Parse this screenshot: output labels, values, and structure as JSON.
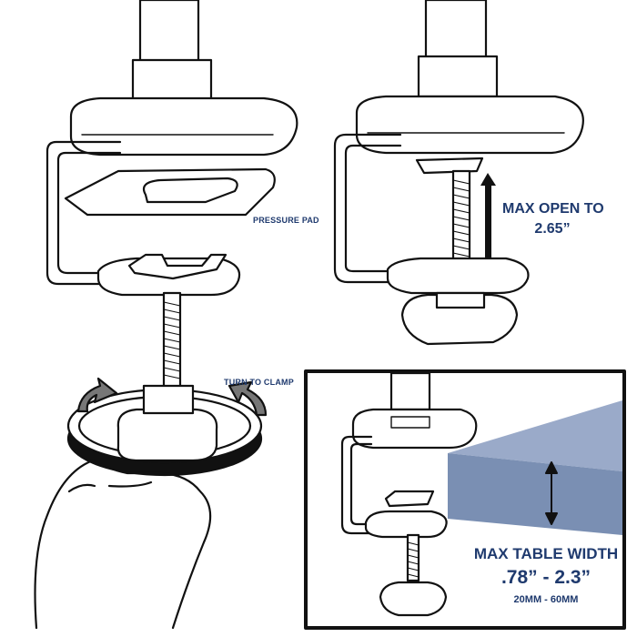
{
  "labels": {
    "pressure_pad": "PRESSURE PAD",
    "turn_to_clamp": "TURN TO CLAMP",
    "max_open_line1": "MAX OPEN TO",
    "max_open_line2": "2.65”",
    "max_width_title": "MAX TABLE WIDTH",
    "max_width_range": ".78” - 2.3”",
    "max_width_mm": "20MM - 60MM"
  },
  "colors": {
    "outline": "#111111",
    "text": "#1f3a6e",
    "table_top": "#9aaac9",
    "table_front": "#7a8fb3",
    "band": "#111111"
  }
}
